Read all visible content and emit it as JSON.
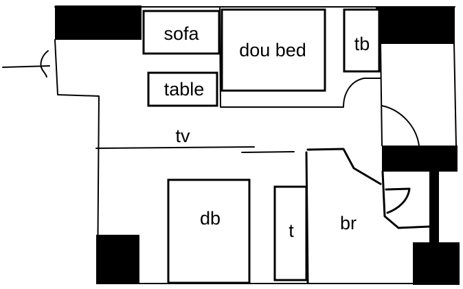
{
  "labels": {
    "sofa": "sofa",
    "double_bed_top": "dou bed",
    "tb": "tb",
    "table": "table",
    "tv": "tv",
    "double_bed_bottom": "db",
    "t": "t",
    "br": "br"
  },
  "colors": {
    "ink": "#000000",
    "paper": "#ffffff"
  }
}
